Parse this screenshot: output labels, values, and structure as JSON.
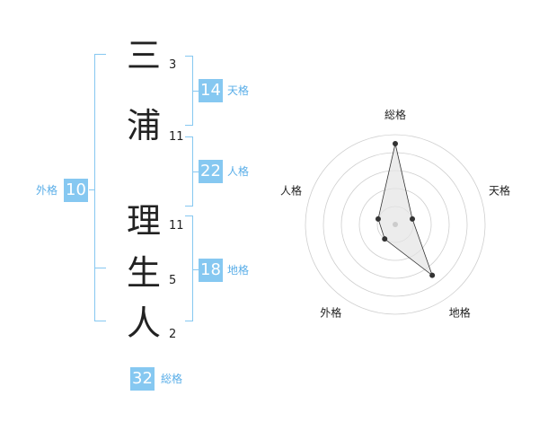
{
  "name": {
    "chars": [
      {
        "char": "三",
        "strokes": "3"
      },
      {
        "char": "浦",
        "strokes": "11"
      },
      {
        "char": "理",
        "strokes": "11"
      },
      {
        "char": "生",
        "strokes": "5"
      },
      {
        "char": "人",
        "strokes": "2"
      }
    ]
  },
  "fortune": {
    "tenkaku": {
      "value": "14",
      "label": "天格"
    },
    "jinkaku": {
      "value": "22",
      "label": "人格"
    },
    "chikaku": {
      "value": "18",
      "label": "地格"
    },
    "gaikaku": {
      "value": "10",
      "label": "外格"
    },
    "soukaku": {
      "value": "32",
      "label": "総格"
    }
  },
  "colors": {
    "accent": "#86c8f1",
    "label_text": "#5aaee8",
    "radar_fill": "#e4e4e4",
    "point": "#333333"
  },
  "chart_data": {
    "type": "radar",
    "axes": [
      "総格",
      "天格",
      "地格",
      "外格",
      "人格"
    ],
    "values": [
      4.5,
      1.0,
      3.5,
      1.0,
      1.0
    ],
    "max": 5,
    "rings": 5
  }
}
